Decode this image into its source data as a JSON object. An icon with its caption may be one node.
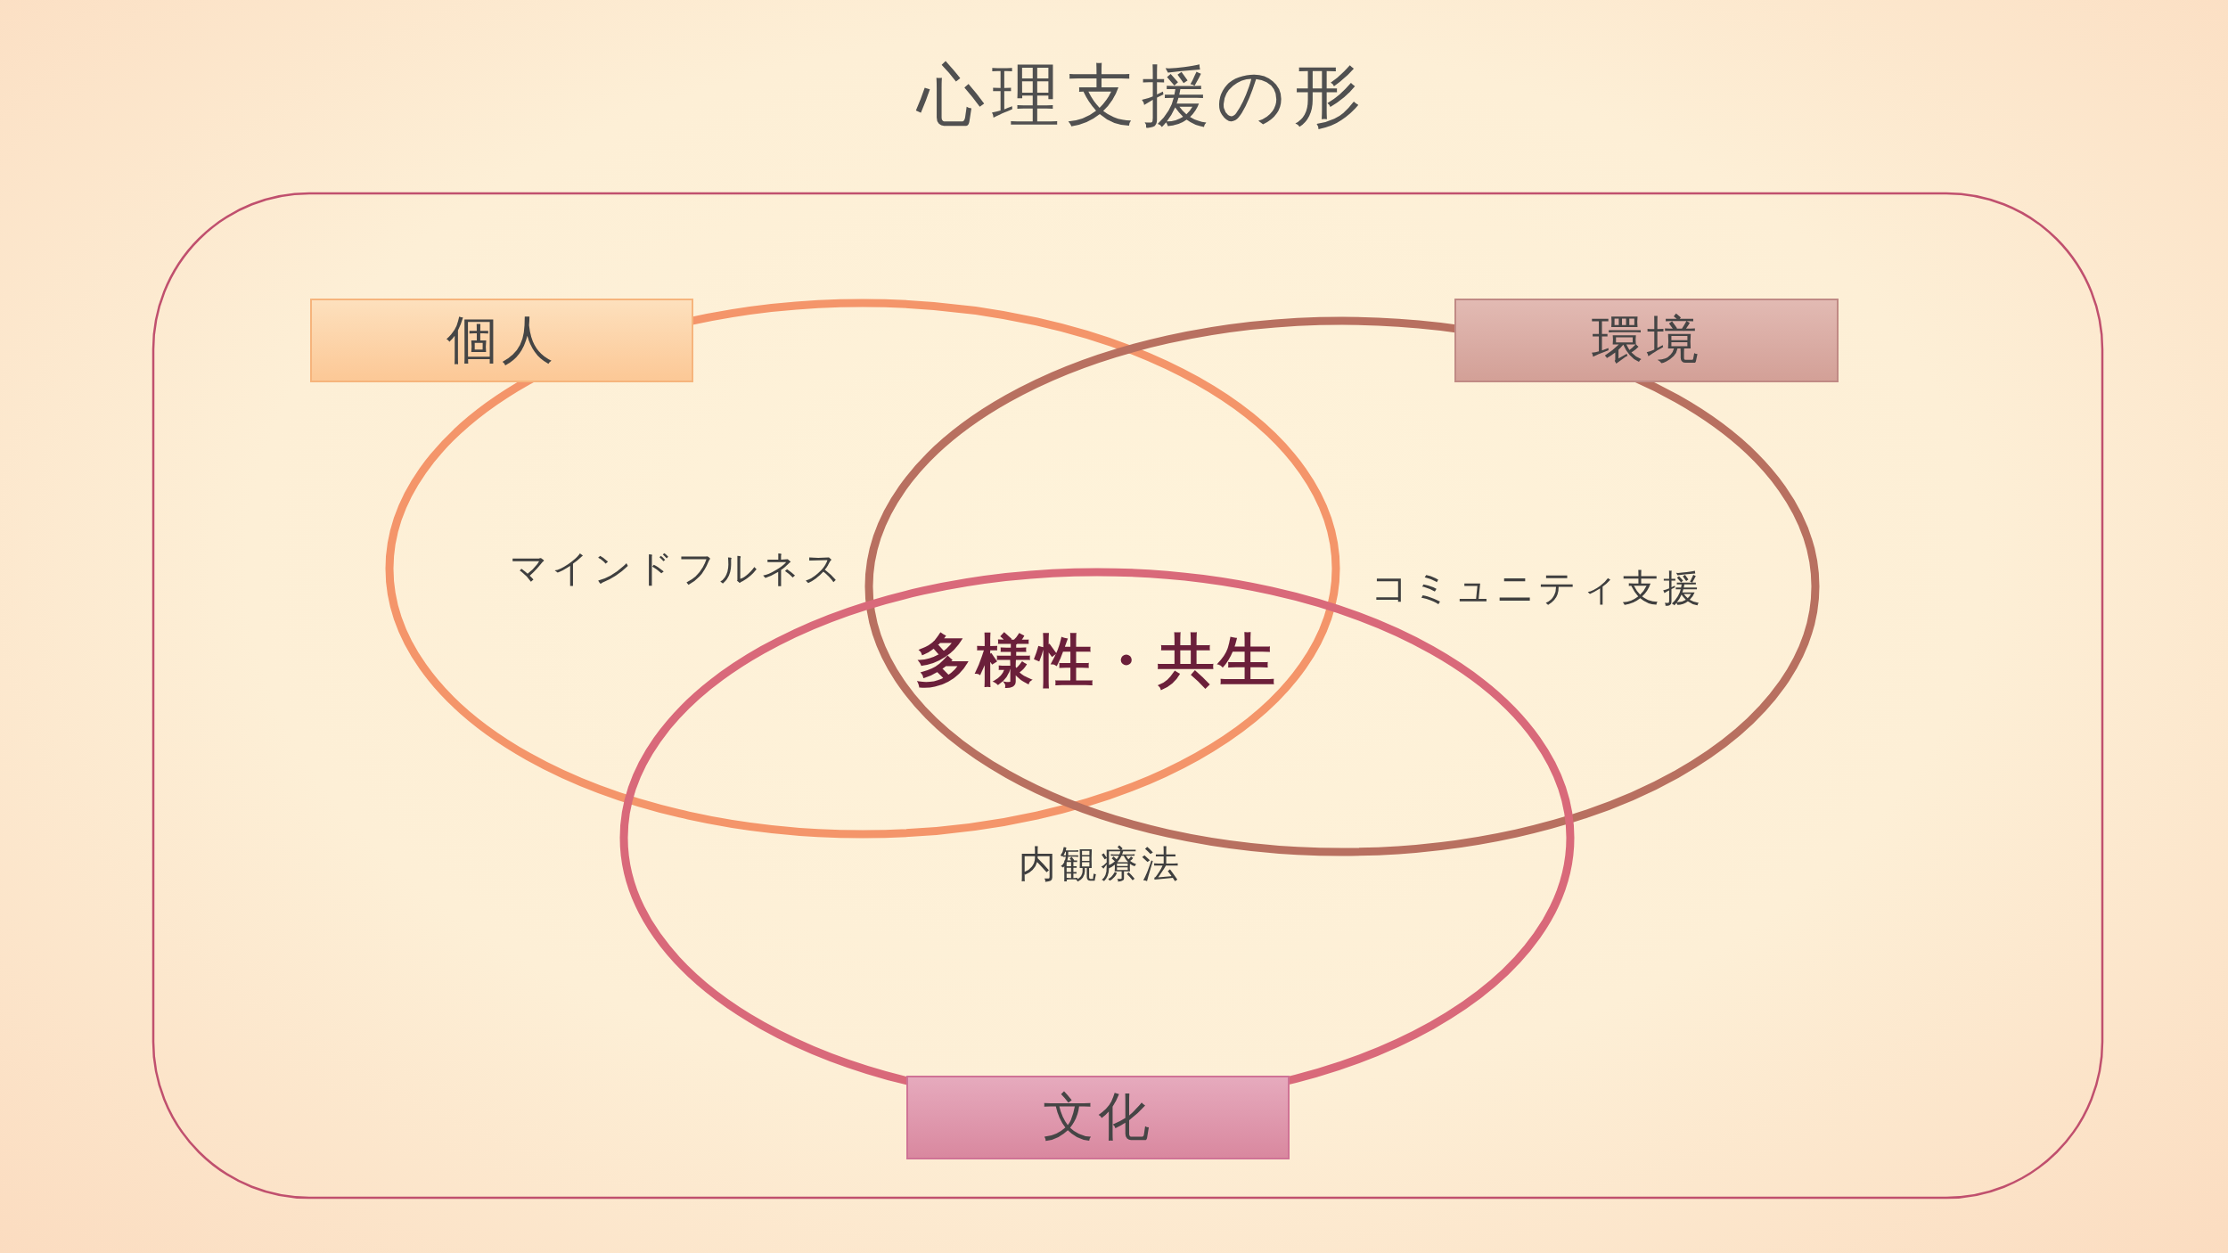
{
  "diagram": {
    "title": "心理支援の形",
    "nodes": [
      {
        "text": [
          "マインドフルネス"
        ]
      },
      {
        "text": [
          "コミュニティ支援"
        ]
      },
      {
        "text": [
          "内観療法"
        ]
      },
      {
        "text": [
          "個人"
        ]
      },
      {
        "text": [
          "環境"
        ]
      },
      {
        "text": [
          "文化"
        ]
      }
    ],
    "labels": [
      "多様性・共生"
    ]
  }
}
